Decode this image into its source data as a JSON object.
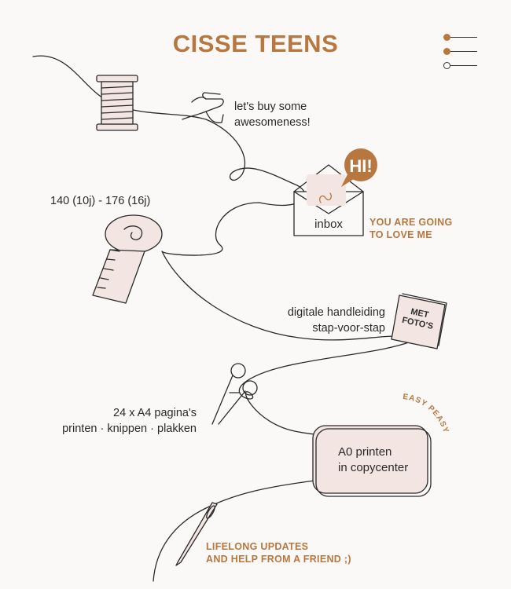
{
  "brand": {
    "title": "CISSE TEENS"
  },
  "colors": {
    "accent": "#b8773f",
    "pink": "#f3e5e1",
    "line": "#2a2a2a",
    "background": "#fbf9f8"
  },
  "menu": {
    "icon": "hamburger-menu-icon",
    "items": 3
  },
  "steps": {
    "buy": "let's buy some\nawesomeness!",
    "inbox_label": "inbox",
    "hi_badge": "HI!",
    "inbox_note": "YOU ARE GOING\nTO LOVE ME",
    "sizes": "140 (10j) - 176 (16j)",
    "manual": "digitale handleiding\nstap-voor-stap",
    "photo_badge": "MET\nFOTO'S",
    "pages": "24 x A4 pagina's\nprinten · knippen · plakken",
    "easy": "EASY PEASY",
    "a0": "A0 printen\nin copycenter",
    "updates": "LIFELONG UPDATES\nAND HELP FROM A FRIEND ;)"
  }
}
